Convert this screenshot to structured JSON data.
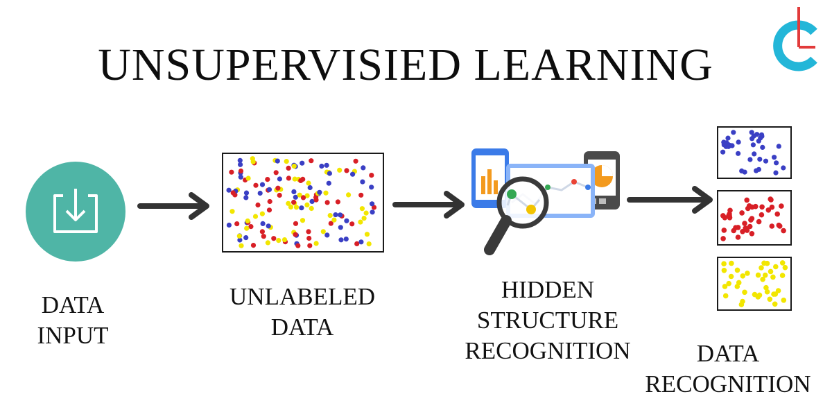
{
  "title": "UNSUPERVISIED LEARNING",
  "logo": {
    "icon": "clock-c-logo-icon",
    "color": "#23b6d8",
    "accent": "#e23b3b"
  },
  "stages": [
    {
      "label_lines": [
        "DATA",
        "INPUT"
      ],
      "icon": "download-icon",
      "color": "#4fb5a6"
    },
    {
      "label_lines": [
        "UNLABELED",
        "DATA"
      ],
      "icon": "scatter-dots"
    },
    {
      "label_lines": [
        "HIDDEN",
        "STRUCTURE",
        "RECOGNITION"
      ],
      "icon": "magnifier-analytics-icon"
    },
    {
      "label_lines": [
        "DATA",
        "RECOGNITION"
      ],
      "icon": "clustered-dots"
    }
  ],
  "colors": {
    "blue": "#3a3fc4",
    "red": "#d81f26",
    "yellow": "#f2e600",
    "arrow": "#333333"
  }
}
